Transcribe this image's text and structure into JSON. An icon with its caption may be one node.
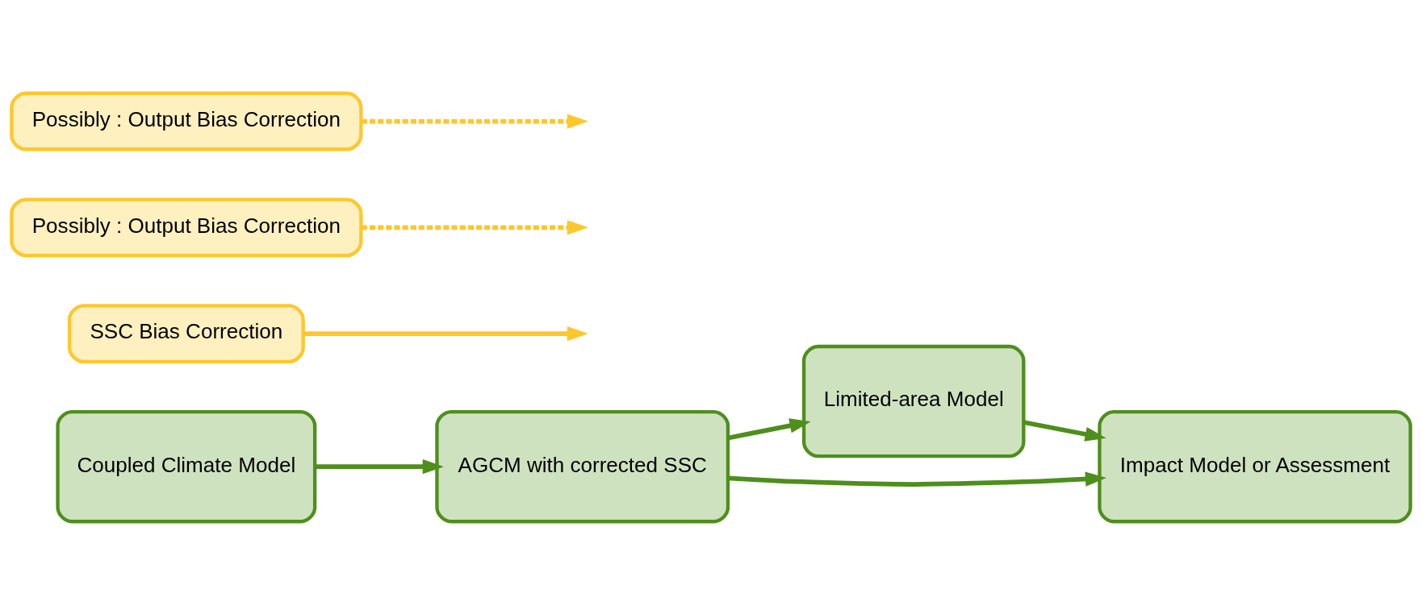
{
  "diagram": {
    "nodes": [
      {
        "text": [
          "Coupled Climate Model"
        ]
      },
      {
        "text": [
          "SSC Bias Correction"
        ]
      },
      {
        "text": [
          "AGCM with corrected SSC"
        ]
      },
      {
        "text": [
          "Possibly : Output Bias Correction"
        ]
      },
      {
        "text": [
          "Limited-area Model"
        ]
      },
      {
        "text": [
          "Impact Model or Assessment"
        ]
      },
      {
        "text": [
          "Possibly : Output Bias Correction"
        ]
      }
    ],
    "edges": [
      {
        "from": 0,
        "to": 2,
        "arrow": "to",
        "color": "#4e8f1c"
      },
      {
        "from": 1,
        "to": null,
        "arrow": "to",
        "color": "#ffc72c"
      },
      {
        "from": 2,
        "to": 5,
        "arrow": "to",
        "color": "#4e8f1c"
      },
      {
        "from": 3,
        "to": null,
        "arrow": "to",
        "style": "dashed",
        "color": "#ffc72c"
      },
      {
        "from": 2,
        "to": 4,
        "arrow": "to",
        "color": "#4e8f1c"
      },
      {
        "from": 4,
        "to": 5,
        "arrow": "to",
        "color": "#4e8f1c"
      },
      {
        "from": 6,
        "to": null,
        "arrow": "to",
        "style": "dashed",
        "color": "#ffc72c"
      }
    ]
  }
}
